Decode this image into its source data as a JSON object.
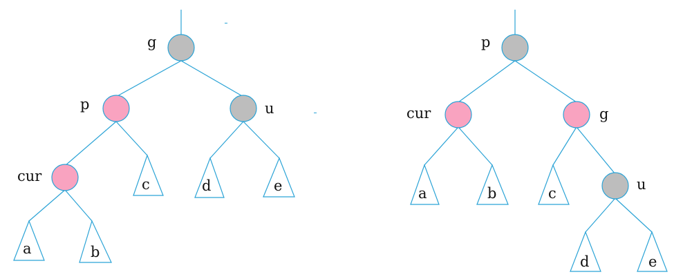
{
  "colors": {
    "line": "#2ba3d6",
    "red_node": "#f9a3c0",
    "black_node": "#bdbdbd"
  },
  "trees": [
    {
      "id": "before",
      "nodes": [
        {
          "id": "g",
          "label": "g",
          "color": "black"
        },
        {
          "id": "p",
          "label": "p",
          "color": "red"
        },
        {
          "id": "u",
          "label": "u",
          "color": "black"
        },
        {
          "id": "cur",
          "label": "cur",
          "color": "red"
        }
      ],
      "subtrees": [
        {
          "id": "a",
          "label": "a"
        },
        {
          "id": "b",
          "label": "b"
        },
        {
          "id": "c",
          "label": "c"
        },
        {
          "id": "d",
          "label": "d"
        },
        {
          "id": "e",
          "label": "e"
        }
      ]
    },
    {
      "id": "after",
      "nodes": [
        {
          "id": "p",
          "label": "p",
          "color": "black"
        },
        {
          "id": "cur",
          "label": "cur",
          "color": "red"
        },
        {
          "id": "g",
          "label": "g",
          "color": "red"
        },
        {
          "id": "u",
          "label": "u",
          "color": "black"
        }
      ],
      "subtrees": [
        {
          "id": "a",
          "label": "a"
        },
        {
          "id": "b",
          "label": "b"
        },
        {
          "id": "c",
          "label": "c"
        },
        {
          "id": "d",
          "label": "d"
        },
        {
          "id": "e",
          "label": "e"
        }
      ]
    }
  ]
}
